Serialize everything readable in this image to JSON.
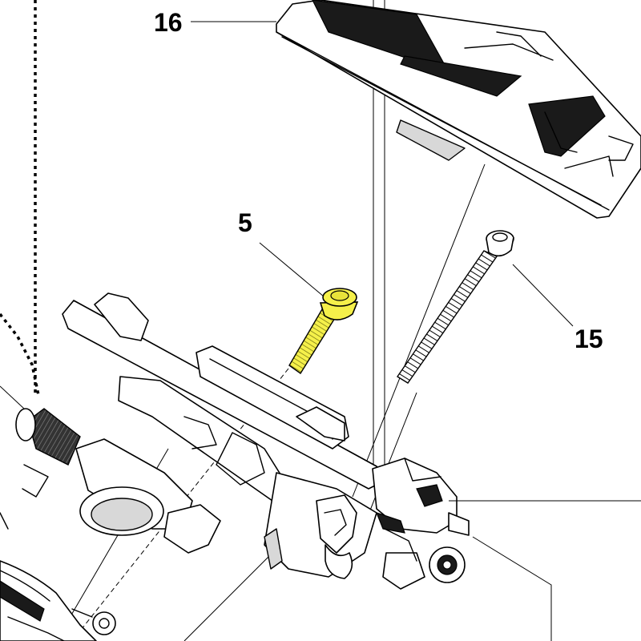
{
  "diagram": {
    "highlight_color": "#f5f04a",
    "line_color": "#000000",
    "background": "#ffffff",
    "callouts": [
      {
        "id": "callout-16",
        "label": "16"
      },
      {
        "id": "callout-5",
        "label": "5"
      },
      {
        "id": "callout-15",
        "label": "15"
      }
    ]
  }
}
